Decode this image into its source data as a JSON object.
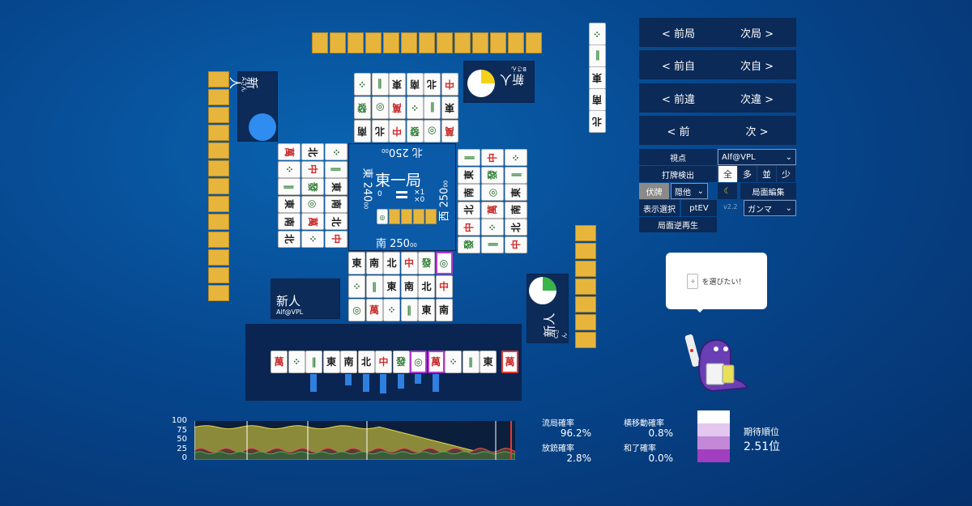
{
  "nav": {
    "prev_round": "< 前局",
    "next_round": "次局 >",
    "prev_self": "< 前自",
    "next_self": "次自 >",
    "prev_diff": "< 前違",
    "next_diff": "次違 >",
    "prev": "< 前",
    "next": "次 >"
  },
  "controls": {
    "viewpoint_label": "視点",
    "viewpoint_value": "Alf@VPL",
    "detect_label": "打牌検出",
    "detect_options": [
      "全",
      "多",
      "並",
      "少"
    ],
    "detect_selected": 0,
    "hidden_label": "伏牌",
    "hidden_value": "隠他",
    "moon_icon": "☾",
    "board_edit": "局面編集",
    "display_select": "表示選択",
    "ptev": "ptEV",
    "version": "v2.2",
    "gamma_value": "ガンマ",
    "replay": "局面逆再生"
  },
  "center": {
    "round": "東一局",
    "honba": "0",
    "sticks_1": "×1",
    "sticks_0": "×0",
    "east": "東 240",
    "east_sub": "00",
    "south": "南 250",
    "south_sub": "00",
    "west": "西 250",
    "west_sub": "00",
    "north": "北 250",
    "north_sub": "00"
  },
  "players": {
    "left_name": "新人",
    "left_sub": "Aさん",
    "top_name": "新人",
    "top_sub": "Bさん",
    "right_name": "新人",
    "right_sub": "Cさん",
    "self_name": "新人",
    "self_sub": "Alf@VPL"
  },
  "bubble": {
    "text": "を選びたい！"
  },
  "chart": {
    "yticks": [
      "100",
      "75",
      "50",
      "25",
      "0"
    ]
  },
  "stats": {
    "draw_label": "流局確率",
    "draw_value": "96.2%",
    "move_label": "横移動確率",
    "move_value": "0.8%",
    "deal_in_label": "放銃確率",
    "deal_in_value": "2.8%",
    "win_label": "和了確率",
    "win_value": "0.0%",
    "rank_label": "期待順位",
    "rank_value": "2.51位"
  },
  "colors": {
    "accent_purple": "#9c27b0",
    "wall": "#e8b53c",
    "chart_yellow": "#e8d84a",
    "chart_red": "#e55a4a",
    "chart_green": "#4caf50"
  }
}
